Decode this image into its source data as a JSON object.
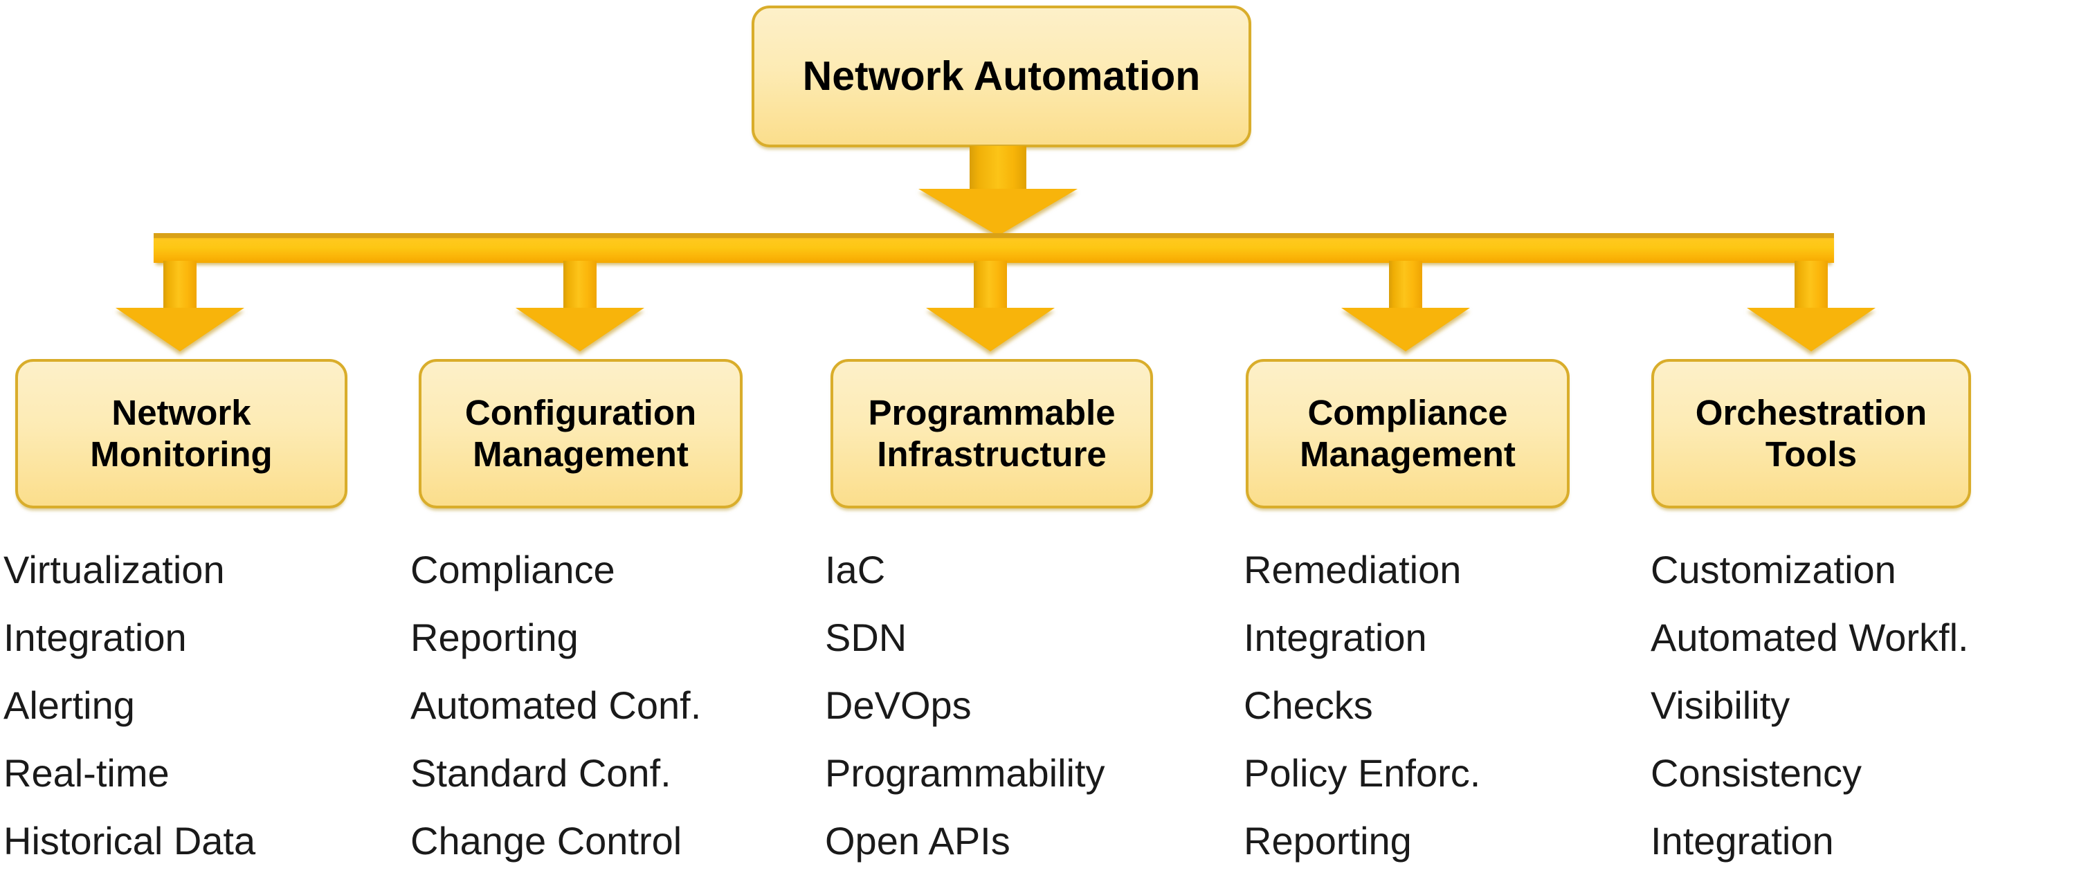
{
  "diagram": {
    "title": "Network Automation",
    "root": {
      "label": "Network Automation"
    },
    "branches": [
      {
        "label": "Network\nMonitoring",
        "items": [
          "Virtualization",
          "Integration",
          "Alerting",
          "Real-time",
          "Historical Data"
        ]
      },
      {
        "label": "Configuration\nManagement",
        "items": [
          "Compliance",
          "Reporting",
          "Automated Conf.",
          "Standard Conf.",
          "Change Control"
        ]
      },
      {
        "label": "Programmable\nInfrastructure",
        "items": [
          "IaC",
          "SDN",
          "DeVOps",
          "Programmability",
          "Open APIs"
        ]
      },
      {
        "label": "Compliance\nManagement",
        "items": [
          "Remediation",
          "Integration",
          "Checks",
          "Policy Enforc.",
          "Reporting"
        ]
      },
      {
        "label": "Orchestration\nTools",
        "items": [
          "Customization",
          "Automated Workfl.",
          "Visibility",
          "Consistency",
          "Integration"
        ]
      }
    ],
    "colors": {
      "box_fill_top": "#FDF0C9",
      "box_fill_bottom": "#FBDE8C",
      "box_border": "#D9AD2B",
      "bar_fill": "#FDC714",
      "arrow_fill": "#F8B40B",
      "text": "#000000",
      "background": "#FFFFFF"
    }
  }
}
